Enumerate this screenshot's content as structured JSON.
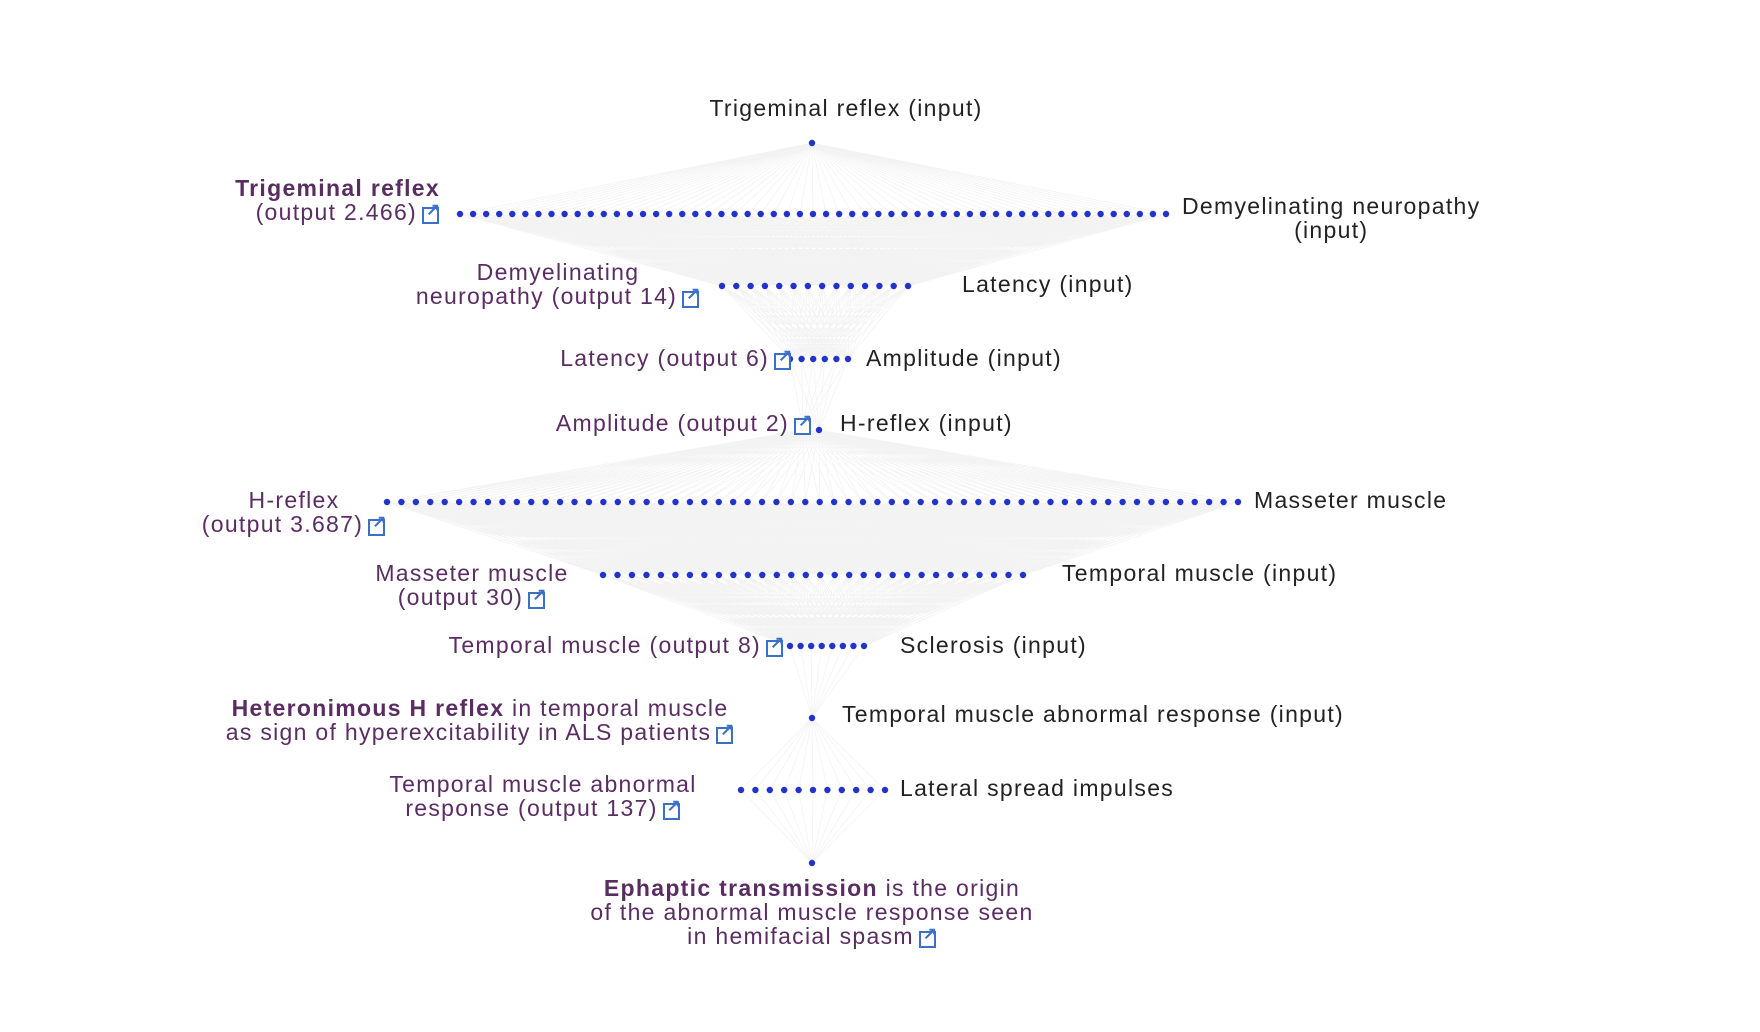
{
  "colors": {
    "node": "#2233cc",
    "edge": "#555555",
    "output_text": "#5a2d62",
    "input_text": "#222222",
    "link_icon": "#3b6fc9"
  },
  "nodes": {
    "trigeminal_input": "Trigeminal reflex (input)",
    "demyelinating_input": [
      "Demyelinating neuropathy",
      "(input)"
    ],
    "latency_input": "Latency (input)",
    "amplitude_input": "Amplitude (input)",
    "hreflex_input": "H-reflex (input)",
    "masseter": "Masseter muscle",
    "temporal_input": "Temporal muscle (input)",
    "sclerosis_input": "Sclerosis (input)",
    "temporal_abnormal_input": "Temporal muscle abnormal response (input)",
    "lateral_spread": "Lateral spread impulses"
  },
  "outputs": {
    "trigeminal": {
      "bold": "Trigeminal reflex",
      "line2": "(output 2.466)"
    },
    "demyelinating": {
      "line1": "Demyelinating",
      "line2": "neuropathy (output 14)"
    },
    "latency": "Latency (output 6)",
    "amplitude": "Amplitude (output 2)",
    "hreflex": {
      "line1": "H-reflex",
      "line2": "(output 3.687)"
    },
    "masseter": {
      "line1": "Masseter muscle",
      "line2": "(output 30)"
    },
    "temporal": "Temporal muscle (output 8)",
    "heteronimous": {
      "bold": "Heteronimous H reflex",
      "rest": " in temporal muscle",
      "line2": "as sign of hyperexcitability in ALS patients"
    },
    "temporal_abnormal": {
      "line1": "Temporal muscle abnormal",
      "line2": "response (output 137)"
    },
    "ephaptic": {
      "bold": "Ephaptic transmission",
      "rest": " is the origin",
      "line2": "of the abnormal muscle response seen",
      "line3": "in hemifacial spasm"
    }
  },
  "icons": {
    "link": "external-link-icon"
  },
  "row_counts": [
    1,
    55,
    14,
    6,
    2,
    60,
    30,
    8,
    1,
    11,
    1
  ]
}
